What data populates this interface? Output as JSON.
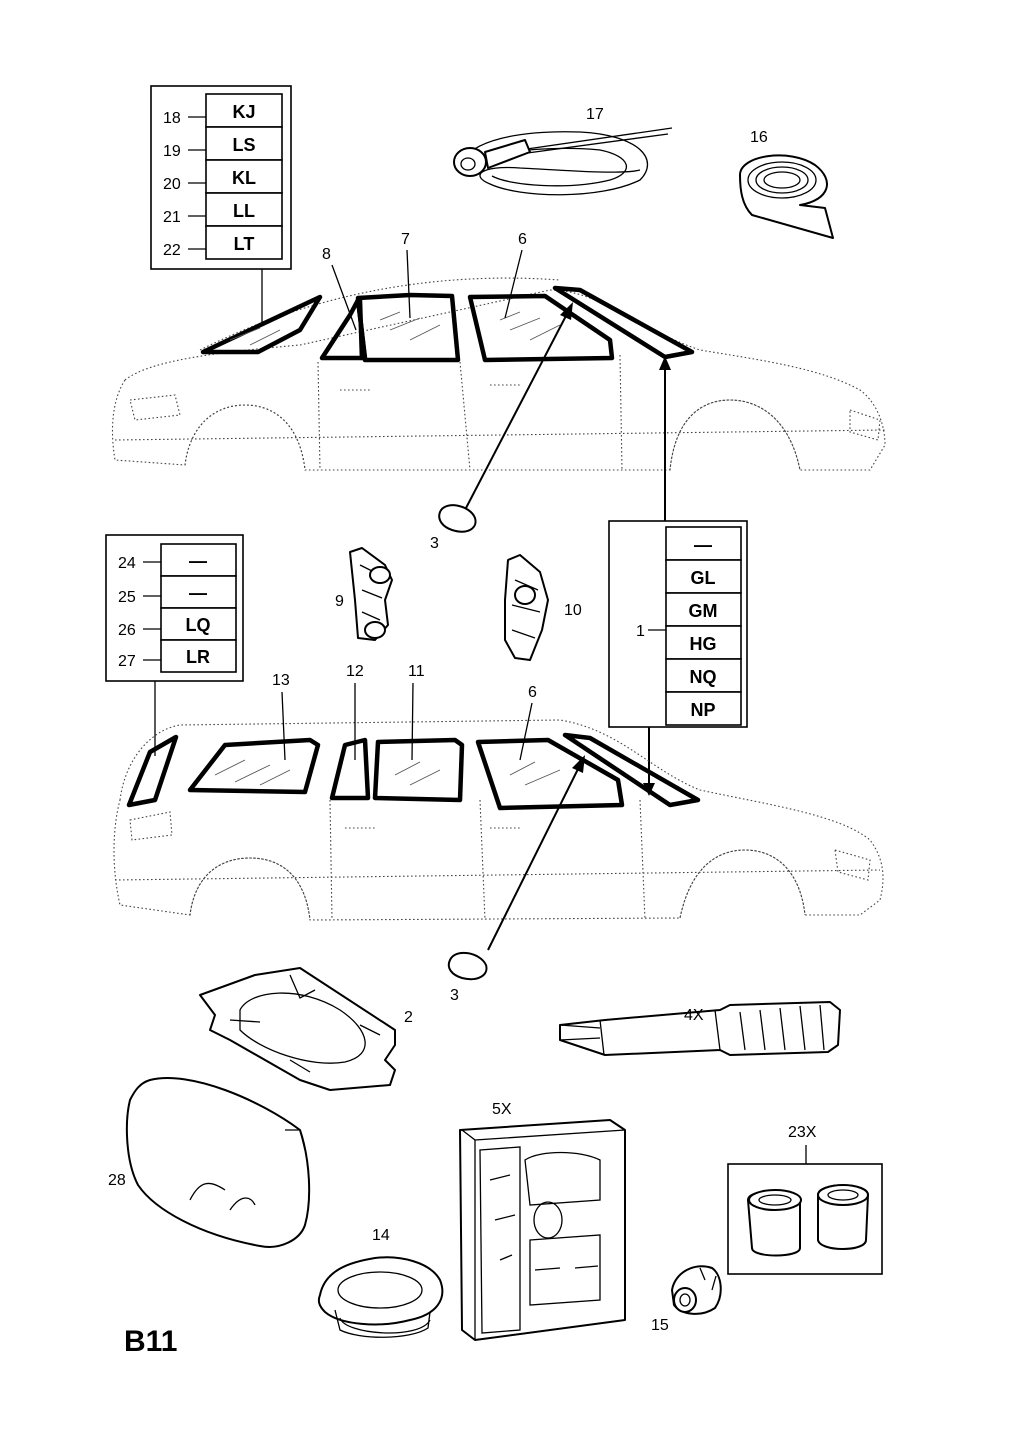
{
  "page_code": "B11",
  "callouts": {
    "p1": "1",
    "p2": "2",
    "p3a": "3",
    "p3b": "3",
    "p4": "4X",
    "p5": "5X",
    "p6a": "6",
    "p6b": "6",
    "p7": "7",
    "p8": "8",
    "p9": "9",
    "p10": "10",
    "p11": "11",
    "p12": "12",
    "p13": "13",
    "p14": "14",
    "p15": "15",
    "p16": "16",
    "p17": "17",
    "p23": "23X",
    "p28": "28"
  },
  "code_table_top": {
    "rows": [
      {
        "ref": "18",
        "code": "KJ"
      },
      {
        "ref": "19",
        "code": "LS"
      },
      {
        "ref": "20",
        "code": "KL"
      },
      {
        "ref": "21",
        "code": "LL"
      },
      {
        "ref": "22",
        "code": "LT"
      }
    ]
  },
  "code_table_left": {
    "rows": [
      {
        "ref": "24",
        "code": "—"
      },
      {
        "ref": "25",
        "code": "—"
      },
      {
        "ref": "26",
        "code": "LQ"
      },
      {
        "ref": "27",
        "code": "LR"
      }
    ]
  },
  "code_table_right": {
    "ref": "1",
    "codes": [
      "—",
      "GL",
      "GM",
      "HG",
      "NQ",
      "NP"
    ]
  }
}
